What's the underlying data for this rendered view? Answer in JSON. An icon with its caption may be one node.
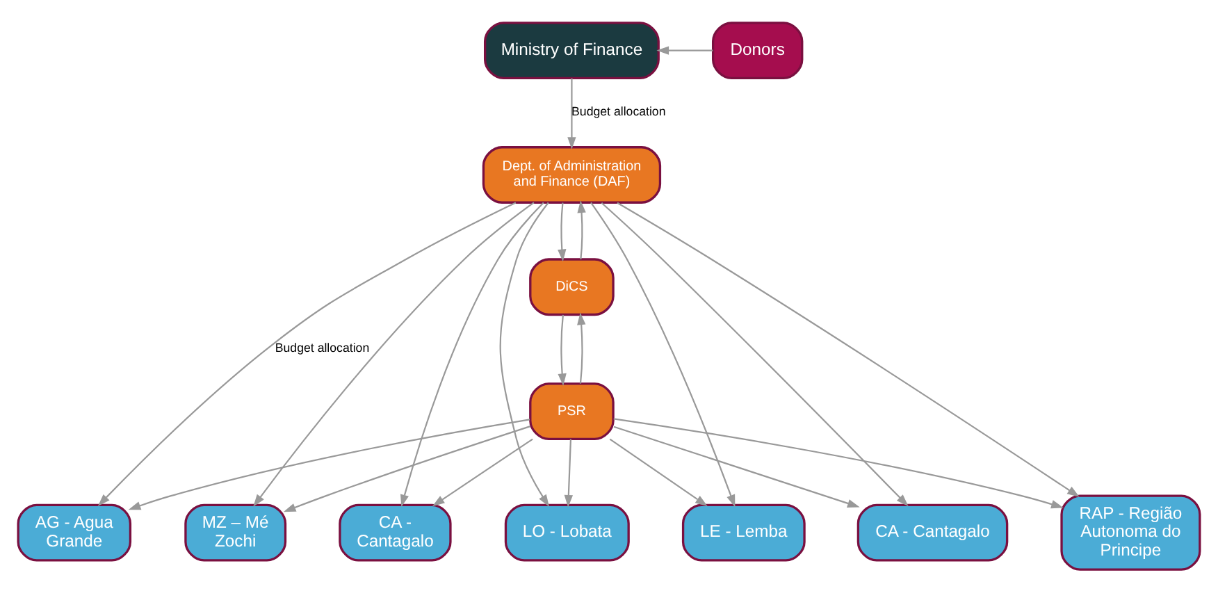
{
  "diagram": {
    "nodes": [
      {
        "text": [
          "Ministry of Finance"
        ]
      },
      {
        "text": [
          "Donors"
        ]
      },
      {
        "text": [
          "Dept. of Administration and Finance (DAF)"
        ]
      },
      {
        "text": [
          "DiCS"
        ]
      },
      {
        "text": [
          "PSR"
        ]
      },
      {
        "text": [
          "AG - Agua Grande"
        ]
      },
      {
        "text": [
          "MZ – Mé Zochi"
        ]
      },
      {
        "text": [
          "CA - Cantagalo"
        ]
      },
      {
        "text": [
          "LO - Lobata"
        ]
      },
      {
        "text": [
          "LE - Lemba"
        ]
      },
      {
        "text": [
          "CA - Cantagalo"
        ]
      },
      {
        "text": [
          "RAP - Região Autonoma do Principe"
        ]
      }
    ],
    "edges": [
      {
        "from": 1,
        "to": 0,
        "arrow": "to"
      },
      {
        "from": 0,
        "to": 2,
        "arrow": "to",
        "label": "Budget allocation"
      },
      {
        "from": 2,
        "to": 3,
        "arrow": "to"
      },
      {
        "from": 3,
        "to": 2,
        "arrow": "to"
      },
      {
        "from": 3,
        "to": 4,
        "arrow": "to"
      },
      {
        "from": 4,
        "to": 3,
        "arrow": "to"
      },
      {
        "from": 2,
        "to": 5,
        "arrow": "to",
        "label": "Budget allocation"
      },
      {
        "from": 2,
        "to": 6,
        "arrow": "to"
      },
      {
        "from": 2,
        "to": 7,
        "arrow": "to"
      },
      {
        "from": 2,
        "to": 8,
        "arrow": "to"
      },
      {
        "from": 2,
        "to": 9,
        "arrow": "to"
      },
      {
        "from": 2,
        "to": 10,
        "arrow": "to"
      },
      {
        "from": 2,
        "to": 11,
        "arrow": "to"
      },
      {
        "from": 4,
        "to": 5,
        "arrow": "to"
      },
      {
        "from": 4,
        "to": 6,
        "arrow": "to"
      },
      {
        "from": 4,
        "to": 7,
        "arrow": "to"
      },
      {
        "from": 4,
        "to": 8,
        "arrow": "to"
      },
      {
        "from": 4,
        "to": 9,
        "arrow": "to"
      },
      {
        "from": 4,
        "to": 10,
        "arrow": "to"
      },
      {
        "from": 4,
        "to": 11,
        "arrow": "to"
      }
    ]
  }
}
